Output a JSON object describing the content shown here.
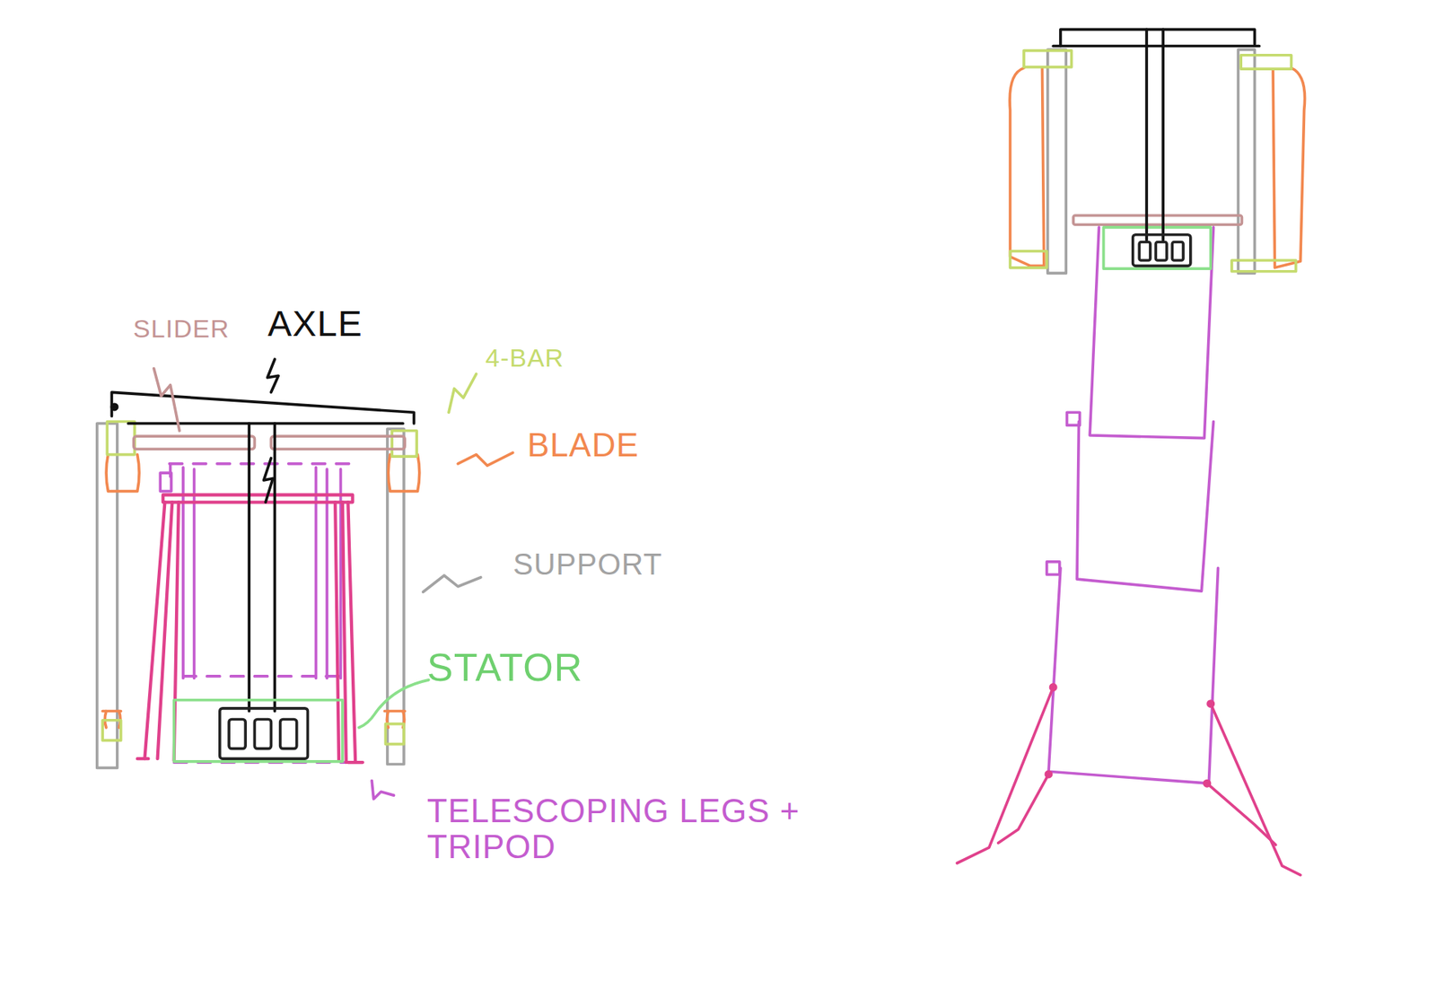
{
  "diagram": {
    "labels": [
      "SLIDER",
      "AXLE",
      "4-BAR",
      "BLADE",
      "SUPPORT",
      "STATOR",
      "TELESCOPING LEGS + TRIPOD"
    ]
  }
}
